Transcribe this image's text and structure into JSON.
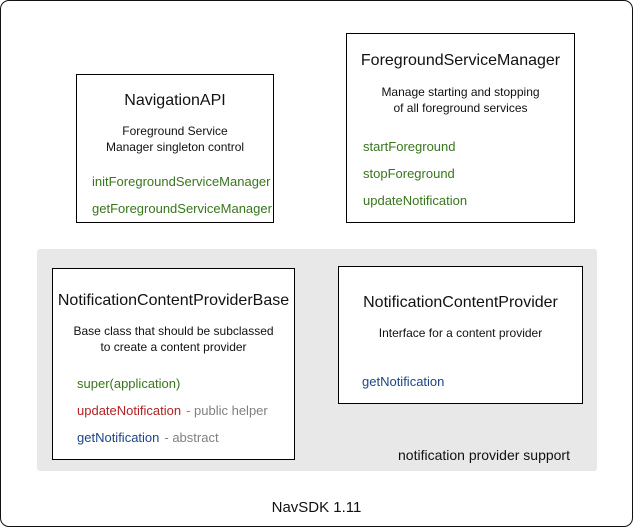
{
  "diagram": {
    "title": "NavSDK 1.11",
    "group": {
      "label": "notification provider support"
    },
    "colors": {
      "green": "#38761d",
      "red": "#b22222",
      "blue": "#1c4587",
      "gray_text": "#808080",
      "group_bg": "#e8e8e8"
    },
    "boxes": [
      {
        "title": "NavigationAPI",
        "description_lines": [
          "Foreground Service",
          "Manager singleton control"
        ],
        "methods": [
          {
            "label": "initForegroundServiceManager",
            "color": "green"
          },
          {
            "label": "getForegroundServiceManager",
            "color": "green"
          }
        ]
      },
      {
        "title": "ForegroundServiceManager",
        "description_lines": [
          "Manage starting and stopping",
          "of all foreground services"
        ],
        "methods": [
          {
            "label": "startForeground",
            "color": "green"
          },
          {
            "label": "stopForeground",
            "color": "green"
          },
          {
            "label": "updateNotification",
            "color": "green"
          }
        ]
      },
      {
        "title": "NotificationContentProviderBase",
        "description_lines": [
          "Base class that should be subclassed",
          "to create a content provider"
        ],
        "methods": [
          {
            "label": "super(application)",
            "color": "green"
          },
          {
            "label": "updateNotification",
            "color": "red",
            "annotation": "- public helper"
          },
          {
            "label": "getNotification",
            "color": "blue",
            "annotation": "- abstract"
          }
        ]
      },
      {
        "title": "NotificationContentProvider",
        "description_lines": [
          "Interface for a content provider"
        ],
        "methods": [
          {
            "label": "getNotification",
            "color": "blue"
          }
        ]
      }
    ]
  }
}
